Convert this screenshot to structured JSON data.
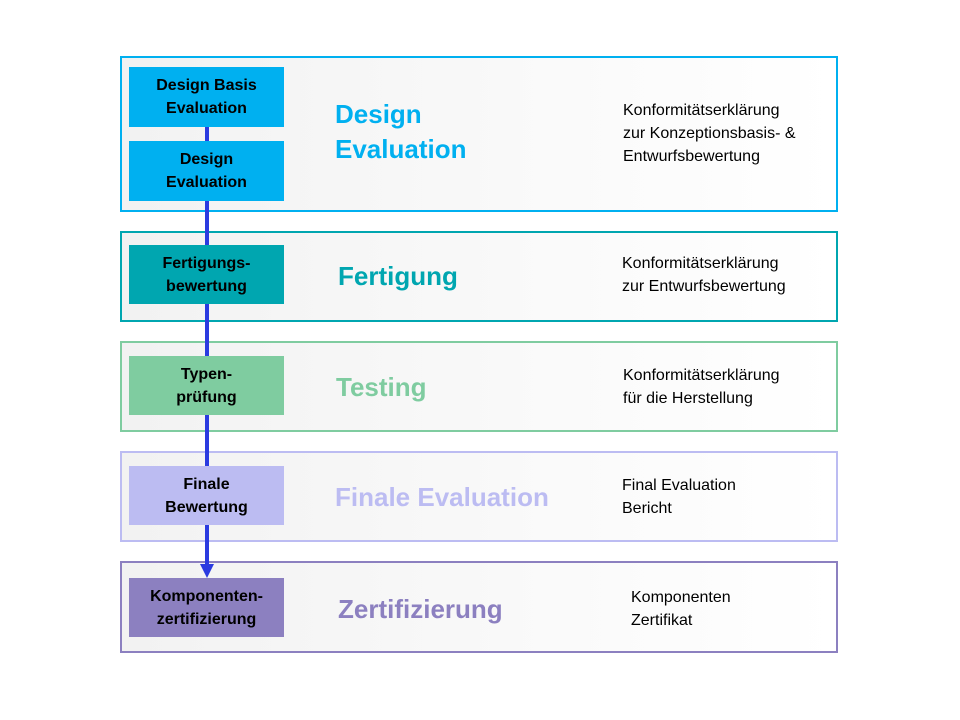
{
  "colors": {
    "stage_border_1": "#00b0f0",
    "stage_border_2": "#00a6b0",
    "stage_border_3": "#7fcca0",
    "stage_border_4": "#bcbcf2",
    "stage_border_5": "#8c80c0",
    "connector": "#2b3be0"
  },
  "stages": [
    {
      "title": "Design\nEvaluation",
      "description": "Konformitätserklärung\nzur Konzeptionsbasis- &\nEntwurfsbewertung",
      "steps": [
        "Design Basis\nEvaluation",
        "Design\nEvaluation"
      ]
    },
    {
      "title": "Fertigung",
      "description": "Konformitätserklärung\nzur Entwurfsbewertung",
      "steps": [
        "Fertigungs-\nbewertung"
      ]
    },
    {
      "title": "Testing",
      "description": "Konformitätserklärung\nfür die Herstellung",
      "steps": [
        "Typen-\nprüfung"
      ]
    },
    {
      "title": "Finale Evaluation",
      "description": "Final Evaluation\nBericht",
      "steps": [
        "Finale\nBewertung"
      ]
    },
    {
      "title": "Zertifizierung",
      "description": "Komponenten\nZertifikat",
      "steps": [
        "Komponenten-\nzertifizierung"
      ]
    }
  ]
}
